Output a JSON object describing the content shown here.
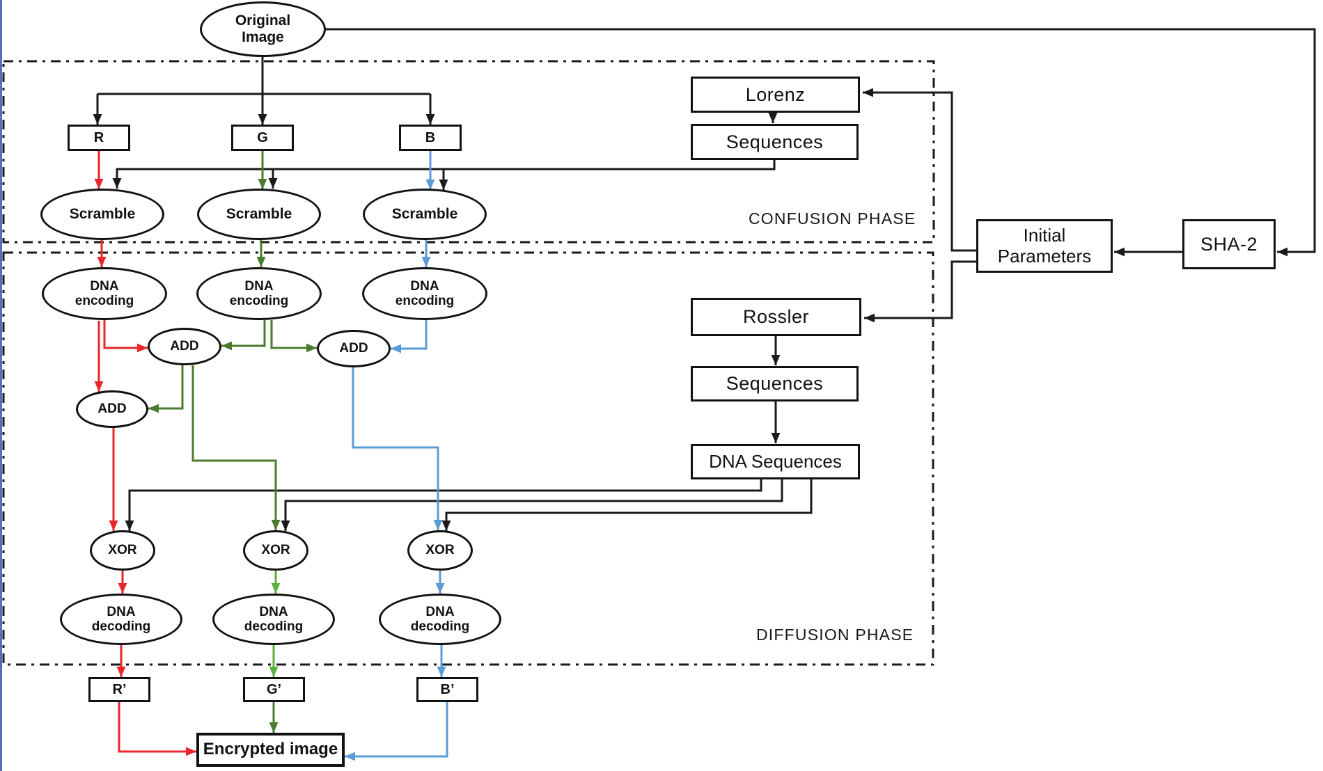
{
  "nodes": {
    "originalImage": {
      "label": "Original\nImage"
    },
    "channelR": {
      "label": "R"
    },
    "channelG": {
      "label": "G"
    },
    "channelB": {
      "label": "B"
    },
    "scrambleR": {
      "label": "Scramble"
    },
    "scrambleG": {
      "label": "Scramble"
    },
    "scrambleB": {
      "label": "Scramble"
    },
    "dnaEncodingR": {
      "label": "DNA\nencoding"
    },
    "dnaEncodingG": {
      "label": "DNA\nencoding"
    },
    "dnaEncodingB": {
      "label": "DNA\nencoding"
    },
    "addRG": {
      "label": "ADD"
    },
    "addGB": {
      "label": "ADD"
    },
    "addR": {
      "label": "ADD"
    },
    "xorR": {
      "label": "XOR"
    },
    "xorG": {
      "label": "XOR"
    },
    "xorB": {
      "label": "XOR"
    },
    "dnaDecodingR": {
      "label": "DNA\ndecoding"
    },
    "dnaDecodingG": {
      "label": "DNA\ndecoding"
    },
    "dnaDecodingB": {
      "label": "DNA\ndecoding"
    },
    "channelRPrime": {
      "label": "R’"
    },
    "channelGPrime": {
      "label": "G’"
    },
    "channelBPrime": {
      "label": "B’"
    },
    "encryptedImage": {
      "label": "Encrypted image"
    },
    "lorenz": {
      "label": "Lorenz"
    },
    "lorenzSequences": {
      "label": "Sequences"
    },
    "rossler": {
      "label": "Rossler"
    },
    "rosslerSequences": {
      "label": "Sequences"
    },
    "dnaSequences": {
      "label": "DNA Sequences"
    },
    "initialParameters": {
      "label": "Initial\nParameters"
    },
    "sha2": {
      "label": "SHA-2"
    }
  },
  "phases": {
    "confusion": {
      "label": "CONFUSION PHASE"
    },
    "diffusion": {
      "label": "DIFFUSION PHASE"
    }
  },
  "colors": {
    "black": "#1a1a1a",
    "red": "#e8262c",
    "green": "#4a7c2f",
    "greenBright": "#5cb13c",
    "blue": "#5b9bd5"
  }
}
